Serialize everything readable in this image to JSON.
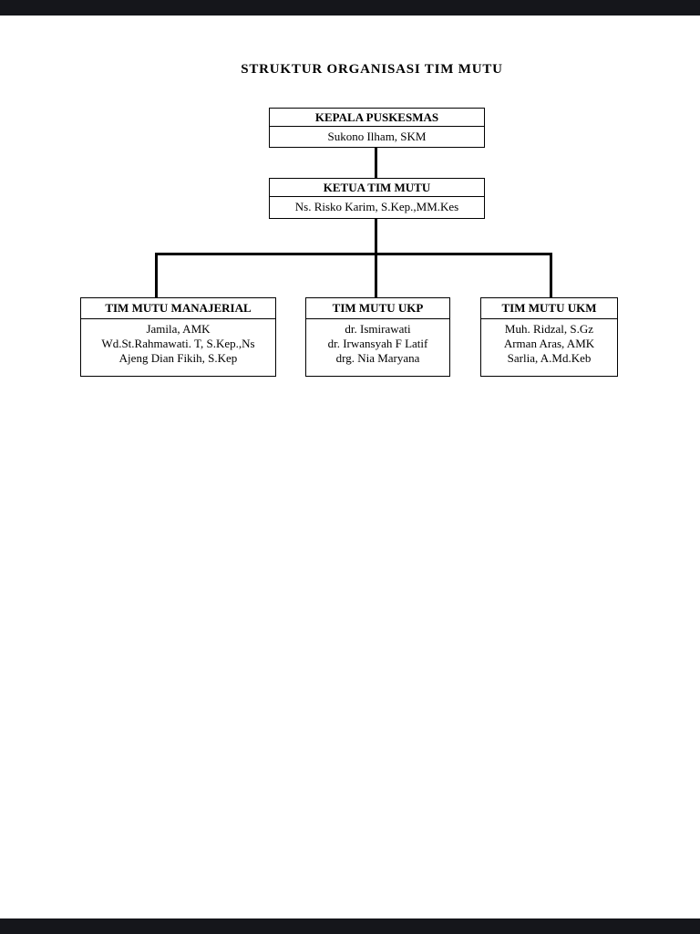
{
  "document": {
    "title": "STRUKTUR ORGANISASI TIM MUTU"
  },
  "org_chart": {
    "nodes": [
      {
        "id": "kepala-puskesmas",
        "title": "KEPALA PUSKESMAS",
        "members": [
          "Sukono Ilham, SKM"
        ]
      },
      {
        "id": "ketua-tim-mutu",
        "title": "KETUA TIM MUTU",
        "members": [
          "Ns. Risko Karim, S.Kep.,MM.Kes"
        ]
      },
      {
        "id": "tim-mutu-manajerial",
        "title": "TIM MUTU MANAJERIAL",
        "members": [
          "Jamila, AMK",
          "Wd.St.Rahmawati. T, S.Kep.,Ns",
          "Ajeng Dian Fikih, S.Kep"
        ]
      },
      {
        "id": "tim-mutu-ukp",
        "title": "TIM MUTU UKP",
        "members": [
          "dr. Ismirawati",
          "dr. Irwansyah F Latif",
          "drg. Nia Maryana"
        ]
      },
      {
        "id": "tim-mutu-ukm",
        "title": "TIM MUTU UKM",
        "members": [
          "Muh. Ridzal, S.Gz",
          "Arman Aras, AMK",
          "Sarlia, A.Md.Keb"
        ]
      }
    ]
  },
  "colors": {
    "line": "#000000",
    "page_background": "#ffffff",
    "letterbox": "#15161b"
  }
}
